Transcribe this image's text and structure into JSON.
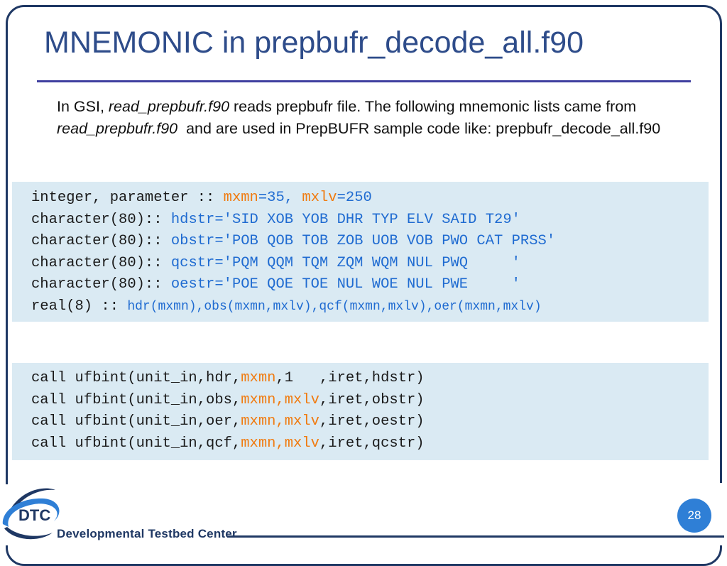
{
  "slide": {
    "title": "MNEMONIC in prepbufr_decode_all.f90",
    "page_number": "28"
  },
  "intro": {
    "p1": "In GSI, ",
    "file1": "read_prepbufr.f90",
    "p2": " reads prepbufr file. The following mnemonic lists came from ",
    "file2": "read_prepbufr.f90",
    "p3": "  and are used in PrepBUFR sample code like: prepbufr_decode_all.f90"
  },
  "code_declarations": {
    "line1": {
      "a": "integer, parameter :: ",
      "b": "mxmn",
      "c": "=35, ",
      "d": "mxlv",
      "e": "=250"
    },
    "line2": {
      "a": "character(80):: ",
      "b": "hdstr='SID XOB YOB DHR TYP ELV SAID T29'"
    },
    "line3": {
      "a": "character(80):: ",
      "b": "obstr='POB QOB TOB ZOB UOB VOB PWO CAT PRSS'"
    },
    "line4": {
      "a": "character(80):: ",
      "b": "qcstr='PQM QQM TQM ZQM WQM NUL PWQ     '"
    },
    "line5": {
      "a": "character(80):: ",
      "b": "oestr='POE QOE TOE NUL WOE NUL PWE     '"
    },
    "line6": {
      "a": "real(8) :: ",
      "b": "hdr(mxmn),obs(mxmn,mxlv),qcf(mxmn,mxlv),oer(mxmn,mxlv)"
    }
  },
  "code_calls": {
    "line1": {
      "a": "call ufbint(unit_in,hdr,",
      "b": "mxmn",
      "c": ",1   ,iret,hdstr)"
    },
    "line2": {
      "a": "call ufbint(unit_in,obs,",
      "b": "mxmn,mxlv",
      "c": ",iret,obstr)"
    },
    "line3": {
      "a": "call ufbint(unit_in,oer,",
      "b": "mxmn,mxlv",
      "c": ",iret,oestr)"
    },
    "line4": {
      "a": "call ufbint(unit_in,qcf,",
      "b": "mxmn,mxlv",
      "c": ",iret,qcstr)"
    }
  },
  "logo": {
    "text": "DTC",
    "tagline": "Developmental Testbed Center"
  },
  "colors": {
    "title": "#2e4c8a",
    "frame": "#1f3864",
    "code_background": "#daeaf3",
    "code_blue": "#1f6bd1",
    "code_orange": "#f07b10",
    "page_badge": "#2f7fd6"
  }
}
